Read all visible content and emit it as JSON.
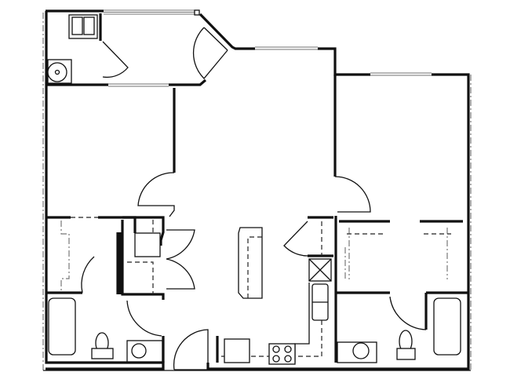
{
  "diagram": {
    "type": "floor-plan",
    "colors": {
      "wall": "#111111",
      "background": "#ffffff",
      "property-line": "#777777"
    },
    "rooms": [],
    "fixtures": [
      "washer-dryer",
      "water-heater",
      "bathtub",
      "toilet",
      "sink",
      "kitchen-island",
      "dishwasher",
      "double-sink",
      "range",
      "refrigerator",
      "closet-shelving"
    ]
  }
}
